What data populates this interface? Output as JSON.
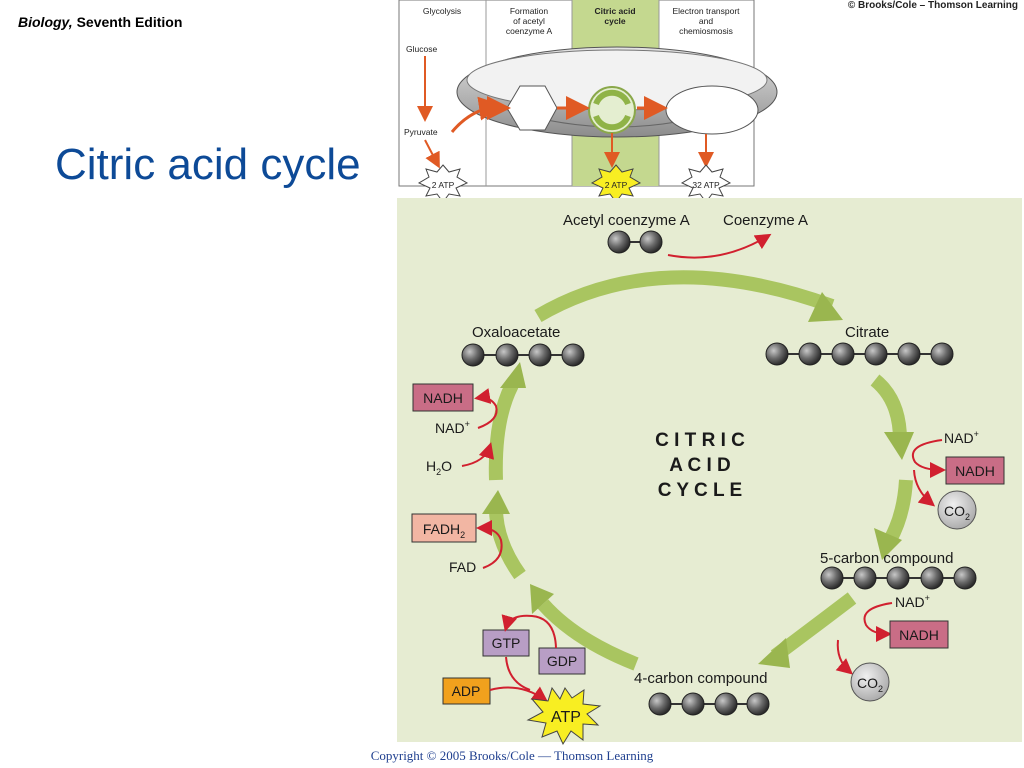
{
  "header": {
    "book_title": "Biology,",
    "edition": "Seventh Edition",
    "top_copyright": "© Brooks/Cole – Thomson Learning",
    "slide_title": "Citric acid cycle"
  },
  "overview": {
    "stages": [
      {
        "lines": [
          "Glycolysis"
        ]
      },
      {
        "lines": [
          "Formation",
          "of acetyl",
          "coenzyme A"
        ]
      },
      {
        "lines": [
          "Citric acid",
          "cycle"
        ]
      },
      {
        "lines": [
          "Electron transport",
          "and",
          "chemiosmosis"
        ]
      }
    ],
    "glucose": "Glucose",
    "pyruvate": "Pyruvate",
    "atp_yields": [
      "2 ATP",
      "2 ATP",
      "32 ATP"
    ],
    "highlight_color": "#c4d88f"
  },
  "cycle": {
    "center": [
      "C I T R I C",
      "A C I D",
      "C Y C L E"
    ],
    "acetyl_coa": "Acetyl coenzyme A",
    "coenzyme_a": "Coenzyme A",
    "citrate": "Citrate",
    "oxaloacetate": "Oxaloacetate",
    "five_carbon": "5-carbon compound",
    "four_carbon": "4-carbon compound",
    "nad": "NAD",
    "nad_sup": "+",
    "nadh": "NADH",
    "co2": "CO",
    "co2_sub": "2",
    "h2o_h": "H",
    "h2o_sub": "2",
    "h2o_o": "O",
    "fad": "FAD",
    "fadh": "FADH",
    "fadh_sub": "2",
    "gtp": "GTP",
    "gdp": "GDP",
    "adp": "ADP",
    "atp": "ATP",
    "colors": {
      "background": "#e6ecd2",
      "arrow": "#9fbd52",
      "nadh_box": "#c96d86",
      "fadh_box": "#f2b6a3",
      "gtp_box": "#b89ec5",
      "adp_box": "#f1a11d",
      "atp_star": "#f8ee22",
      "red_arrow": "#d1202f"
    }
  },
  "footer": {
    "copyright": "Copyright © 2005 Brooks/Cole — Thomson Learning"
  }
}
